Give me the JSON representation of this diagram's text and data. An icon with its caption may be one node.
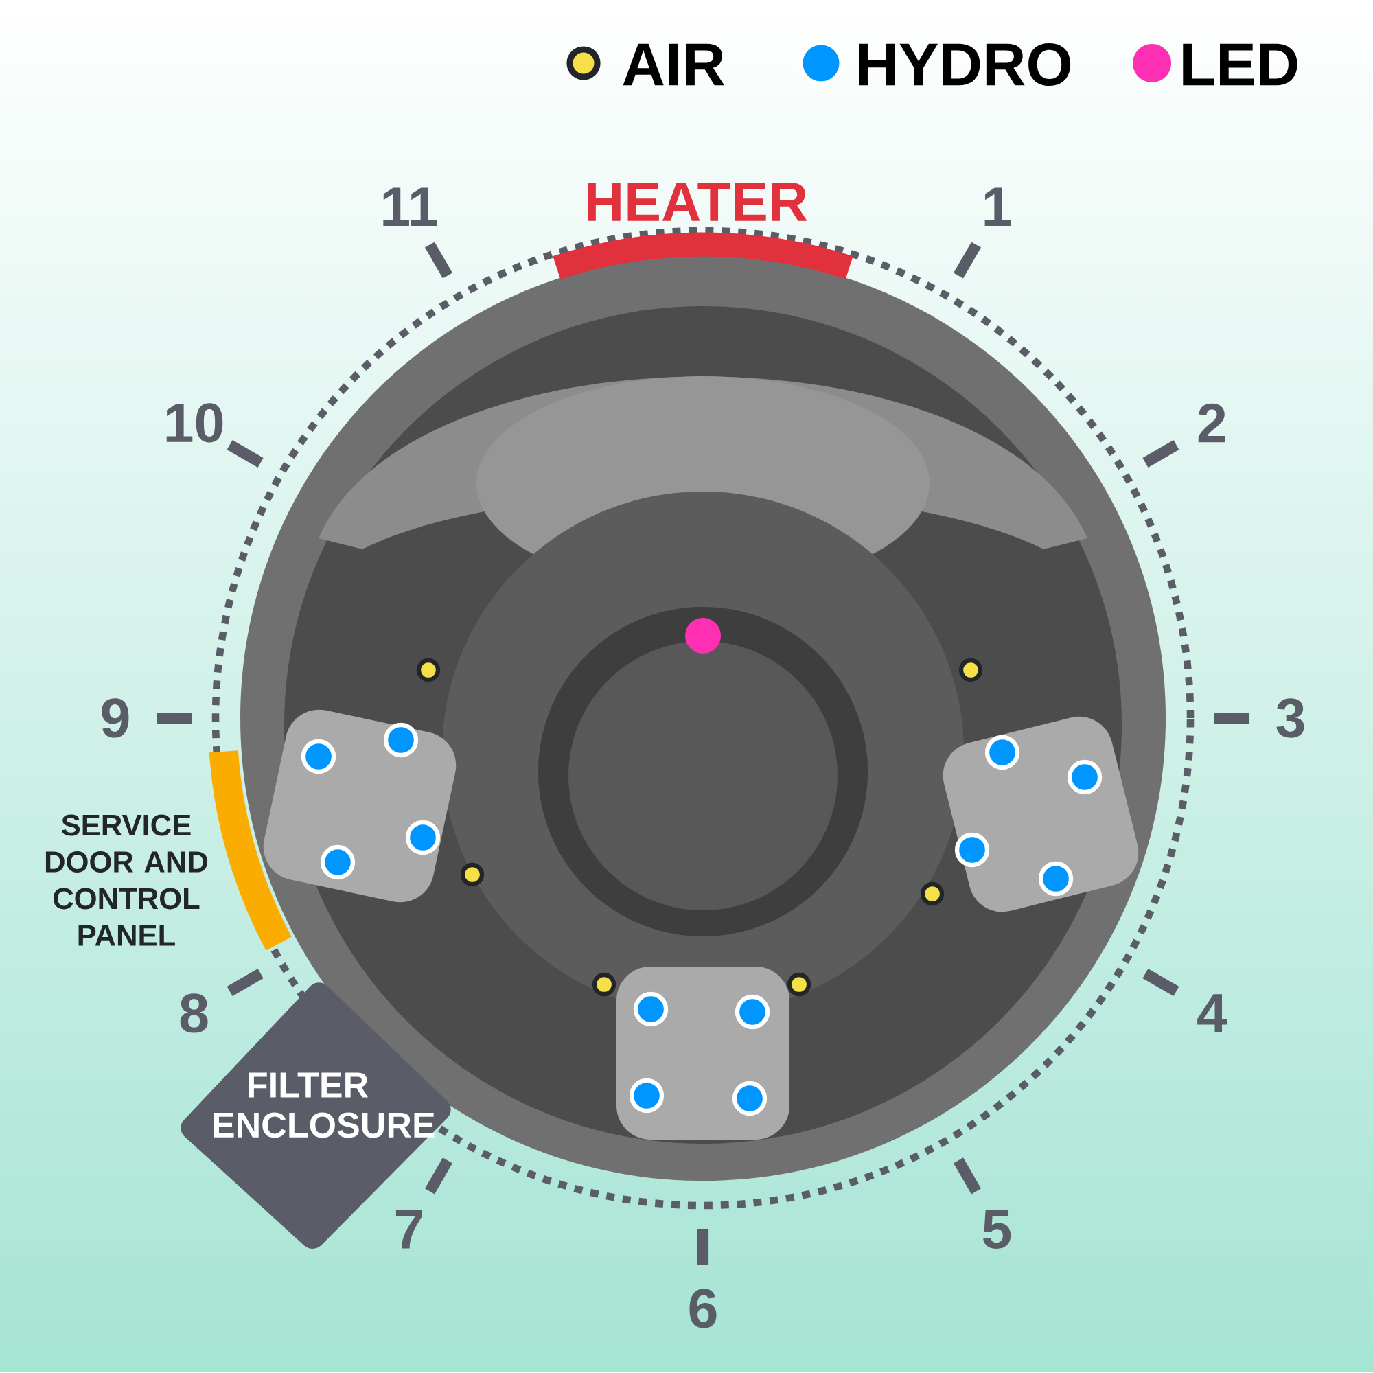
{
  "diagram": {
    "nodes": [
      {
        "text": [
          "HEATER"
        ]
      },
      {
        "text": [
          "SERVICE DOOR AND CONTROL PANEL"
        ]
      },
      {
        "text": [
          "FILTER ENCLOSURE"
        ]
      }
    ],
    "labels": [
      "11",
      "1",
      "10",
      "2",
      "9",
      "3",
      "8",
      "4",
      "7",
      "5",
      "6"
    ],
    "legend": [
      {
        "text": "AIR",
        "color": "#f5e04a"
      },
      {
        "text": "HYDRO",
        "color": "#0096ff"
      },
      {
        "text": "LED",
        "color": "#ff2fb4"
      }
    ]
  }
}
